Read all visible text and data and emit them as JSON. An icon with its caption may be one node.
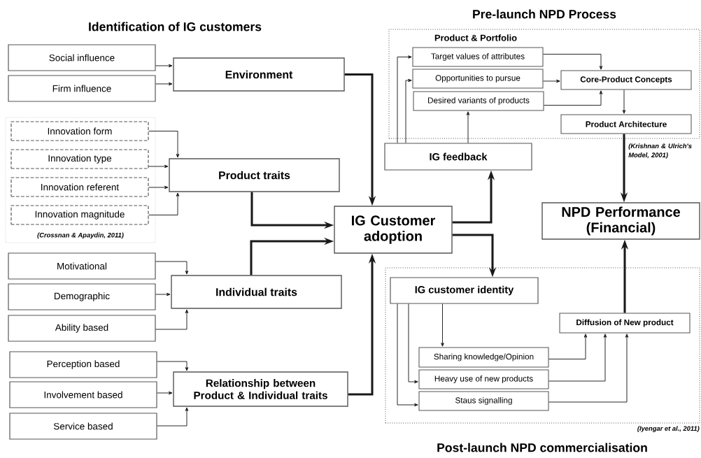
{
  "diagram": {
    "title": "Identification of IG customers",
    "nodes": [
      {
        "text": [
          "Social influence"
        ]
      },
      {
        "text": [
          "Firm influence"
        ]
      },
      {
        "text": [
          "Environment"
        ]
      },
      {
        "text": [
          "(Crossnan & Apaydin, 2011)"
        ]
      },
      {
        "text": [
          "Innovation form"
        ],
        "in": 3
      },
      {
        "text": [
          "Innovation type"
        ],
        "in": 3
      },
      {
        "text": [
          "Innovation referent"
        ],
        "in": 3
      },
      {
        "text": [
          "Innovation magnitude"
        ],
        "in": 3
      },
      {
        "text": [
          "Product traits"
        ]
      },
      {
        "text": [
          "Motivational"
        ]
      },
      {
        "text": [
          "Demographic"
        ]
      },
      {
        "text": [
          "Ability based"
        ]
      },
      {
        "text": [
          "Individual traits"
        ]
      },
      {
        "text": [
          "Perception based"
        ]
      },
      {
        "text": [
          "Involvement based"
        ]
      },
      {
        "text": [
          "Service based"
        ]
      },
      {
        "text": [
          "Relationship between Product & Individual traits"
        ]
      },
      {
        "text": [
          "IG Customer adoption"
        ]
      },
      {
        "text": [
          "IG feedback"
        ]
      },
      {
        "text": [
          "Pre-launch NPD Process",
          "Product & Portfolio"
        ],
        "beside": [
          "(Krishnan & Ulrich's Model, 2001)"
        ]
      },
      {
        "text": [
          "Target values of attributes"
        ],
        "in": 19
      },
      {
        "text": [
          "Opportunities to pursue"
        ],
        "in": 19
      },
      {
        "text": [
          "Desired variants of products"
        ],
        "in": 19
      },
      {
        "text": [
          "Core-Product Concepts"
        ],
        "in": 19
      },
      {
        "text": [
          "Product Architecture"
        ],
        "in": 19
      },
      {
        "text": [
          "NPD Performance (Financial)"
        ]
      },
      {
        "text": [
          "Post-launch NPD commercialisation"
        ],
        "beside": [
          "(Iyengar et al., 2011)"
        ]
      },
      {
        "text": [
          "IG customer identity"
        ],
        "in": 26
      },
      {
        "text": [
          "Diffusion of New product"
        ],
        "in": 26
      },
      {
        "text": [
          "Sharing knowledge/Opinion"
        ],
        "in": 26
      },
      {
        "text": [
          "Heavy use of new products"
        ],
        "in": 26
      },
      {
        "text": [
          "Staus signalling"
        ],
        "in": 26
      }
    ],
    "edges": [
      {
        "from": 0,
        "to": 2,
        "arrow": "to"
      },
      {
        "from": 1,
        "to": 2,
        "arrow": "to"
      },
      {
        "from": 2,
        "to": 17,
        "arrow": "to",
        "style": "thick"
      },
      {
        "from": 4,
        "to": 8,
        "arrow": "to"
      },
      {
        "from": 5,
        "to": 8,
        "arrow": "to"
      },
      {
        "from": 6,
        "to": 8,
        "arrow": "to"
      },
      {
        "from": 7,
        "to": 8,
        "arrow": "to"
      },
      {
        "from": 8,
        "to": 17,
        "arrow": "to",
        "style": "thick"
      },
      {
        "from": 9,
        "to": 12,
        "arrow": "to"
      },
      {
        "from": 10,
        "to": 12,
        "arrow": "to"
      },
      {
        "from": 11,
        "to": 12,
        "arrow": "to"
      },
      {
        "from": 12,
        "to": 17,
        "arrow": "to",
        "style": "thick"
      },
      {
        "from": 13,
        "to": 16,
        "arrow": "to"
      },
      {
        "from": 14,
        "to": 16,
        "arrow": "to"
      },
      {
        "from": 15,
        "to": 16,
        "arrow": "to"
      },
      {
        "from": 16,
        "to": 17,
        "arrow": "to",
        "style": "thick"
      },
      {
        "from": 17,
        "to": 18,
        "arrow": "to",
        "style": "thick"
      },
      {
        "from": 17,
        "to": 27,
        "arrow": "to",
        "style": "thick"
      },
      {
        "from": 18,
        "to": 20,
        "arrow": "to"
      },
      {
        "from": 18,
        "to": 21,
        "arrow": "to"
      },
      {
        "from": 18,
        "to": 22,
        "arrow": "to"
      },
      {
        "from": 20,
        "to": 23,
        "arrow": "to"
      },
      {
        "from": 21,
        "to": 23,
        "arrow": "to"
      },
      {
        "from": 22,
        "to": 23,
        "arrow": "to"
      },
      {
        "from": 23,
        "to": 24,
        "arrow": "to"
      },
      {
        "from": 24,
        "to": 25,
        "arrow": "to",
        "style": "thick"
      },
      {
        "from": 27,
        "to": 29,
        "arrow": "to"
      },
      {
        "from": 27,
        "to": 30,
        "arrow": "to"
      },
      {
        "from": 27,
        "to": 31,
        "arrow": "to"
      },
      {
        "from": 29,
        "to": 28,
        "arrow": "to"
      },
      {
        "from": 30,
        "to": 28,
        "arrow": "to"
      },
      {
        "from": 31,
        "to": 28,
        "arrow": "to"
      },
      {
        "from": 28,
        "to": 25,
        "arrow": "to",
        "style": "thick"
      }
    ]
  }
}
